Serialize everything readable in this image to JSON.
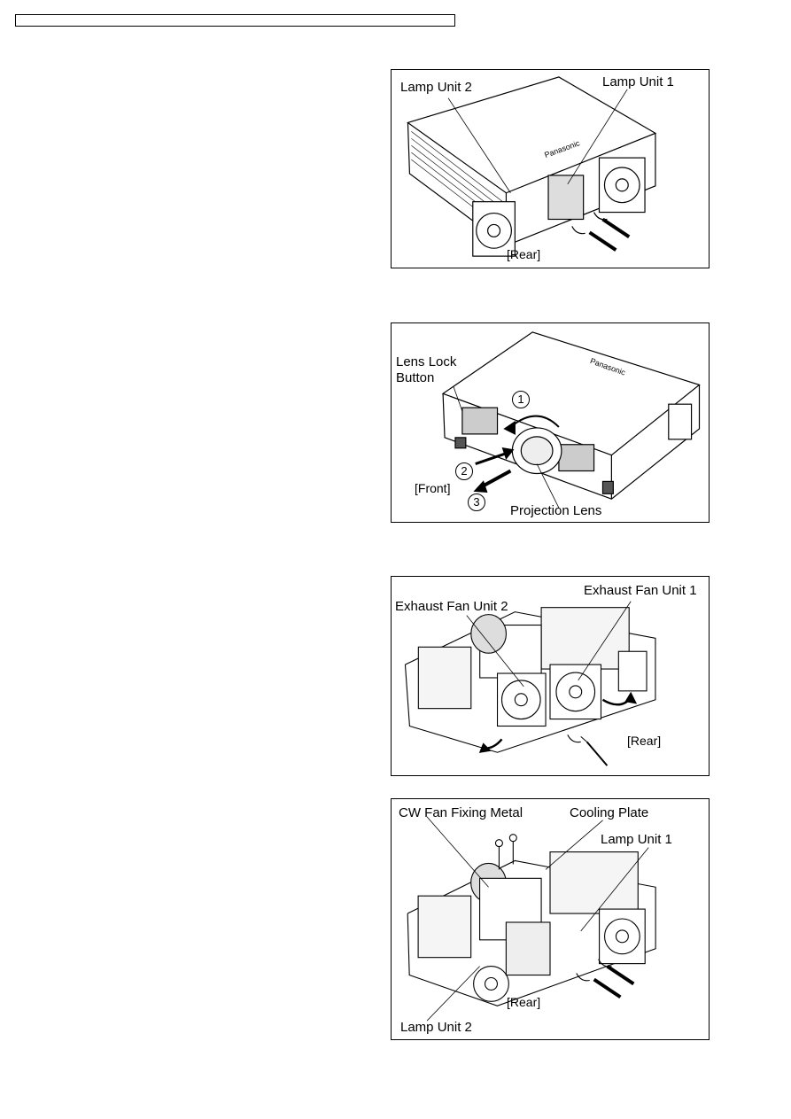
{
  "figures": [
    {
      "id": "fig1",
      "labels": {
        "lamp_unit_2": "Lamp Unit 2",
        "lamp_unit_1": "Lamp Unit 1",
        "rear": "[Rear]"
      }
    },
    {
      "id": "fig2",
      "labels": {
        "lens_lock_line1": "Lens Lock",
        "lens_lock_line2": "Button",
        "front": "[Front]",
        "projection_lens": "Projection Lens",
        "step1": "1",
        "step2": "2",
        "step3": "3"
      }
    },
    {
      "id": "fig3",
      "labels": {
        "exhaust_fan_2": "Exhaust Fan Unit 2",
        "exhaust_fan_1": "Exhaust Fan Unit 1",
        "rear": "[Rear]"
      }
    },
    {
      "id": "fig4",
      "labels": {
        "cw_fan_fixing_metal": "CW Fan Fixing Metal",
        "cooling_plate": "Cooling Plate",
        "lamp_unit_1": "Lamp Unit 1",
        "rear": "[Rear]",
        "lamp_unit_2": "Lamp Unit 2"
      }
    }
  ]
}
